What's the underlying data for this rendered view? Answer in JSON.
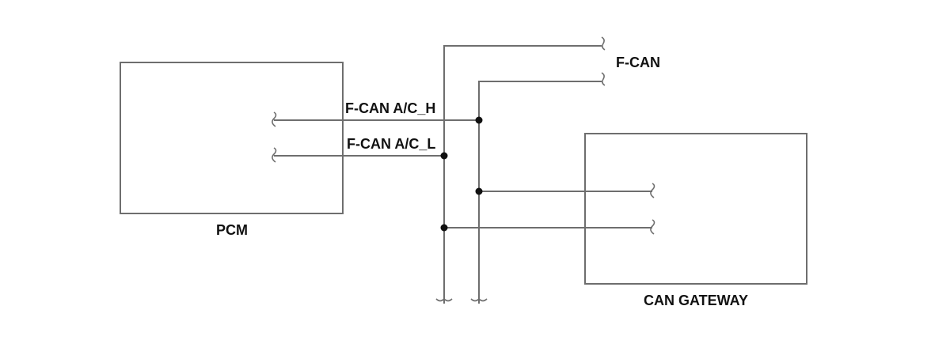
{
  "colors": {
    "line": "#6e6e6e",
    "text": "#111111",
    "node": "#111111"
  },
  "pcm": {
    "label": "PCM"
  },
  "gateway": {
    "label": "CAN GATEWAY"
  },
  "bus": {
    "label": "F-CAN"
  },
  "wires": {
    "high_label": "F-CAN A/C_H",
    "low_label": "F-CAN A/C_L"
  }
}
